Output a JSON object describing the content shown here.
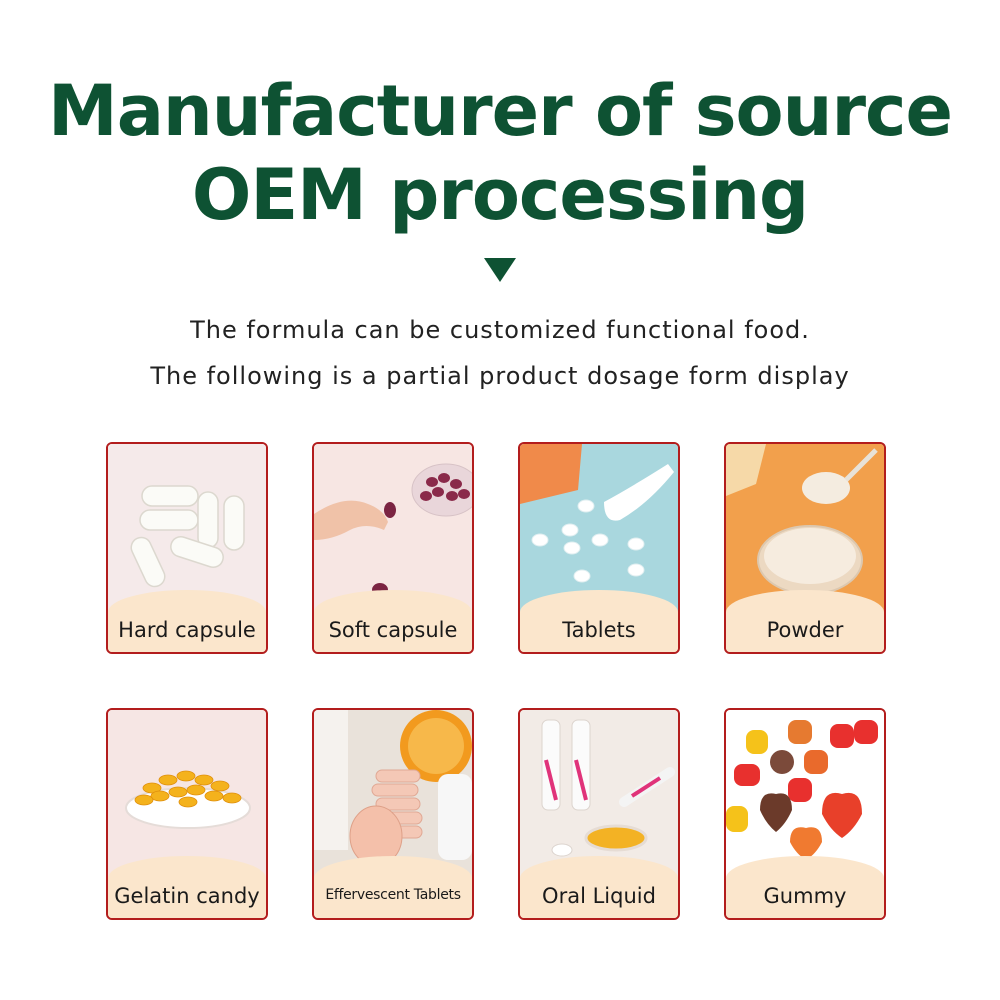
{
  "headline": {
    "line1": "Manufacturer of source",
    "line2": "OEM processing"
  },
  "intro": {
    "line1": "The formula can be customized functional food.",
    "line2": "The following is a partial product dosage form display"
  },
  "products": [
    {
      "label": "Hard capsule",
      "icon": "hard-capsule-icon"
    },
    {
      "label": "Soft capsule",
      "icon": "soft-capsule-icon"
    },
    {
      "label": "Tablets",
      "icon": "tablets-icon"
    },
    {
      "label": "Powder",
      "icon": "powder-icon"
    },
    {
      "label": "Gelatin candy",
      "icon": "gelatin-candy-icon"
    },
    {
      "label": "Effervescent Tablets",
      "icon": "effervescent-tablets-icon"
    },
    {
      "label": "Oral Liquid",
      "icon": "oral-liquid-icon"
    },
    {
      "label": "Gummy",
      "icon": "gummy-icon"
    }
  ],
  "colors": {
    "headline": "#0e5233",
    "card_border": "#b31d1d",
    "caption_band": "#fbe6cc"
  }
}
